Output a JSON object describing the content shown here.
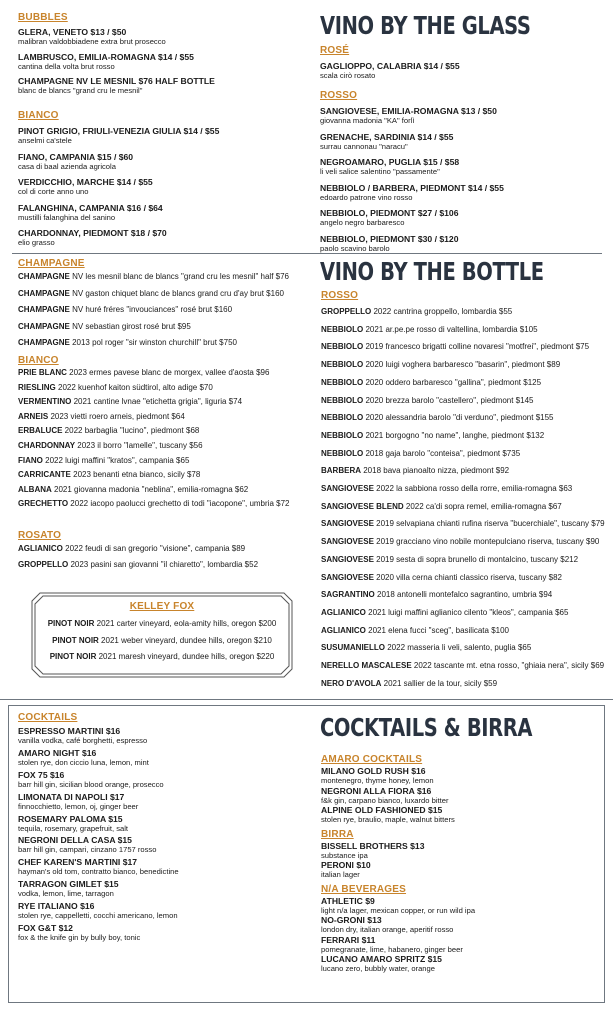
{
  "glass": {
    "title": "VINO BY THE GLASS",
    "bubbles": {
      "heading": "BUBBLES",
      "items": [
        {
          "name": "GLERA, VENETO  $13 / $50",
          "desc": "malibran valdobbiadene extra brut prosecco"
        },
        {
          "name": "LAMBRUSCO, EMILIA-ROMAGNA  $14 / $55",
          "desc": "cantina della volta brut rosso"
        },
        {
          "name": "CHAMPAGNE NV LE MESNIL  $76 half bottle",
          "desc": "blanc de blancs \"grand cru le mesnil\""
        }
      ]
    },
    "bianco": {
      "heading": "BIANCO",
      "items": [
        {
          "name": "PINOT GRIGIO, FRIULI-VENEZIA GIULIA  $14 / $55",
          "desc": "anselmi ca'stele"
        },
        {
          "name": "FIANO, CAMPANIA  $15 / $60",
          "desc": "casa di baal azienda agricola"
        },
        {
          "name": "VERDICCHIO, MARCHE  $14 / $55",
          "desc": "col di corte anno uno"
        },
        {
          "name": "FALANGHINA, CAMPANIA  $16 / $64",
          "desc": "mustilli falanghina del sanino"
        },
        {
          "name": "CHARDONNAY, PIEDMONT  $18 / $70",
          "desc": "elio grasso"
        }
      ]
    },
    "rose": {
      "heading": "ROSÉ",
      "items": [
        {
          "name": "GAGLIOPPO, CALABRIA  $14 / $55",
          "desc": "scala cirò rosato"
        }
      ]
    },
    "rosso": {
      "heading": "ROSSO",
      "items": [
        {
          "name": "SANGIOVESE, EMILIA-ROMAGNA  $13 / $50",
          "desc": "giovanna madonia \"KA\" forlì"
        },
        {
          "name": "GRENACHE, SARDINIA  $14 / $55",
          "desc": "surrau cannonau \"naracu\""
        },
        {
          "name": "NEGROAMARO, PUGLIA  $15 / $58",
          "desc": "li veli salice salentino \"passamente\""
        },
        {
          "name": "NEBBIOLO / BARBERA, PIEDMONT  $14 / $55",
          "desc": "edoardo patrone vino rosso"
        },
        {
          "name": "NEBBIOLO, PIEDMONT  $27 / $106",
          "desc": "angelo negro barbaresco"
        },
        {
          "name": "NEBBIOLO, PIEDMONT  $30 / $120",
          "desc": "paolo scavino barolo"
        }
      ]
    }
  },
  "bottle": {
    "title": "VINO BY THE BOTTLE",
    "champagne": {
      "heading": "CHAMPAGNE",
      "items": [
        {
          "name": "CHAMPAGNE",
          "text": " NV les mesnil blanc de blancs \"grand cru les mesnil\" half $76"
        },
        {
          "name": "CHAMPAGNE",
          "text": " NV gaston chiquet blanc de blancs grand cru d'ay brut $160"
        },
        {
          "name": "CHAMPAGNE",
          "text": " NV huré fréres \"invouciances\" rosé brut $160"
        },
        {
          "name": "CHAMPAGNE",
          "text": " NV sebastian girost rosé brut $95"
        },
        {
          "name": "CHAMPAGNE",
          "text": " 2013 pol roger \"sir winston churchill\" brut $750"
        }
      ]
    },
    "bianco": {
      "heading": "BIANCO",
      "items": [
        {
          "name": "PRIE BLANC",
          "text": " 2023 ermes pavese blanc de morgex, vallee d'aosta $96"
        },
        {
          "name": "RIESLING",
          "text": " 2022 kuenhof kaiton südtirol, alto adige $70"
        },
        {
          "name": "VERMENTINO",
          "text": " 2021 cantine lvnae \"etichetta grigia\", liguria $74"
        },
        {
          "name": "ARNEIS",
          "text": " 2023 vietti roero arneis, piedmont $64"
        },
        {
          "name": "ERBALUCE",
          "text": " 2022 barbaglia \"lucino\", piedmont $68"
        },
        {
          "name": "CHARDONNAY",
          "text": " 2023 il borro \"lamelle\", tuscany $56"
        },
        {
          "name": "FIANO",
          "text": " 2022 luigi maffini \"kratos\", campania $65"
        },
        {
          "name": "CARRICANTE",
          "text": " 2023 benanti etna bianco, sicily $78"
        },
        {
          "name": "ALBANA",
          "text": " 2021 giovanna madonia \"neblina\", emilia-romagna $62"
        },
        {
          "name": "GRECHETTO",
          "text": " 2022 iacopo paolucci grechetto di todi \"iacopone\", umbria $72"
        }
      ]
    },
    "rosato": {
      "heading": "ROSATO",
      "items": [
        {
          "name": "AGLIANICO",
          "text": " 2022 feudi di san gregorio \"visione\", campania $89"
        },
        {
          "name": "GROPPELLO",
          "text": " 2023 pasini san giovanni \"il chiaretto\", lombardia $52"
        }
      ]
    },
    "kelley_fox": {
      "heading": "KELLEY FOX",
      "items": [
        {
          "name": "PINOT NOIR",
          "text": " 2021 carter vineyard, eola-amity hills, oregon $200"
        },
        {
          "name": "PINOT NOIR",
          "text": " 2021 weber vineyard, dundee hills, oregon $210"
        },
        {
          "name": "PINOT NOIR",
          "text": " 2021 maresh vineyard, dundee hills, oregon $220"
        }
      ]
    },
    "rosso": {
      "heading": "ROSSO",
      "items": [
        {
          "name": "GROPPELLO",
          "text": "  2022 cantrina groppello, lombardia $55"
        },
        {
          "name": "NEBBIOLO",
          "text": " 2021 ar.pe.pe rosso di valtellina, lombardia $105"
        },
        {
          "name": "NEBBIOLO",
          "text": "  2019 francesco brigatti colline novaresi \"motfrei\", piedmont $75"
        },
        {
          "name": "NEBBIOLO",
          "text": " 2020 luigi voghera barbaresco \"basarin\", piedmont $89"
        },
        {
          "name": "NEBBIOLO",
          "text": " 2020 oddero barbaresco \"gallina\", piedmont $125"
        },
        {
          "name": "NEBBIOLO",
          "text": " 2020 brezza barolo \"castellero\", piedmont $145"
        },
        {
          "name": "NEBBIOLO",
          "text": " 2020 alessandria barolo \"di verduno\", piedmont $155"
        },
        {
          "name": "NEBBIOLO",
          "text": " 2021 borgogno \"no name\", langhe, piedmont $132"
        },
        {
          "name": "NEBBIOLO",
          "text": " 2018 gaja barolo \"conteisa\", piedmont $735"
        },
        {
          "name": "BARBERA",
          "text": " 2018 bava pianoalto nizza, piedmont $92"
        },
        {
          "name": "SANGIOVESE",
          "text": " 2022 la sabbiona rosso della rorre, emilia-romagna $63"
        },
        {
          "name": "SANGIOVESE BLEND",
          "text": " 2022 ca'di sopra remel, emilia-romagna $67"
        },
        {
          "name": "SANGIOVESE",
          "text": " 2019 selvapiana chianti rufina riserva \"bucerchiale\", tuscany $79"
        },
        {
          "name": "SANGIOVESE",
          "text": " 2019 gracciano vino nobile montepulciano riserva, tuscany $90"
        },
        {
          "name": "SANGIOVESE",
          "text": " 2019 sesta di sopra brunello di montalcino, tuscany $212"
        },
        {
          "name": "SANGIOVESE",
          "text": " 2020 villa cerna chianti classico riserva, tuscany $82"
        },
        {
          "name": "SAGRANTINO",
          "text": " 2018 antonelli montefalco sagrantino, umbria $94"
        },
        {
          "name": "AGLIANICO",
          "text": " 2021 luigi maffini aglianico cilento \"kleos\", campania $65"
        },
        {
          "name": "AGLIANICO",
          "text": " 2021 elena fucci \"sceg\", basilicata $100"
        },
        {
          "name": "SUSUMANIELLO",
          "text": " 2022 masseria li veli, salento, puglia $65"
        },
        {
          "name": "NERELLO MASCALESE",
          "text": " 2022 tascante mt. etna rosso, \"ghiaia nera\", sicily $69"
        },
        {
          "name": "NERO D'AVOLA",
          "text": " 2021 sallier de la tour, sicily $59"
        }
      ]
    }
  },
  "cocktails": {
    "heading": "COCKTAILS",
    "items": [
      {
        "name": "ESPRESSO MARTINI  $16",
        "desc": "vanilla vodka, café borghetti, espresso"
      },
      {
        "name": "AMARO NIGHT  $16",
        "desc": "stolen rye, don ciccio luna, lemon, mint"
      },
      {
        "name": "FOX 75  $16",
        "desc": "barr hill gin, sicilian blood orange, prosecco"
      },
      {
        "name": "LIMONATA DI NAPOLI  $17",
        "desc": "finnocchietto, lemon, oj, ginger beer"
      },
      {
        "name": "ROSEMARY PALOMA  $15",
        "desc": "tequila, rosemary, grapefruit, salt"
      },
      {
        "name": "NEGRONI DELLA CASA  $15",
        "desc": "barr hill gin, campari, cinzano 1757 rosso"
      },
      {
        "name": "CHEF KAREN'S MARTINI  $17",
        "desc": "hayman's old tom, contratto bianco, benedictine"
      },
      {
        "name": "TARRAGON GIMLET  $15",
        "desc": "vodka, lemon, lime, tarragon"
      },
      {
        "name": "RYE ITALIANO  $16",
        "desc": "stolen rye, cappelletti, cocchi americano, lemon"
      },
      {
        "name": "FOX G&T  $12",
        "desc": "fox & the knife gin by bully boy, tonic"
      }
    ]
  },
  "cocktails_birra": {
    "title": "COCKTAILS & BIRRA",
    "amaro": {
      "heading": "AMARO COCKTAILS",
      "items": [
        {
          "name": "MILANO GOLD RUSH  $16",
          "desc": "montenegro, thyme honey, lemon"
        },
        {
          "name": "NEGRONI ALLA FIORA  $16",
          "desc": "f&k gin, carpano bianco, luxardo bitter"
        },
        {
          "name": "ALPINE OLD FASHIONED  $15",
          "desc": "stolen rye, braulio, maple, walnut bitters"
        }
      ]
    },
    "birra": {
      "heading": "BIRRA",
      "items": [
        {
          "name": "BISSELL BROTHERS  $13",
          "desc": "substance ipa"
        },
        {
          "name": "PERONI  $10",
          "desc": "italian lager"
        }
      ]
    },
    "na": {
      "heading": "N/A BEVERAGES",
      "items": [
        {
          "name": "ATHLETIC  $9",
          "desc": "light n/a lager, mexican copper, or run wild ipa"
        },
        {
          "name": "NO-GRONI  $13",
          "desc": "london dry, italian orange, aperitif rosso"
        },
        {
          "name": "FERRARI  $11",
          "desc": "pomegranate, lime, habanero, ginger beer"
        },
        {
          "name": "LUCANO AMARO SPRITZ  $15",
          "desc": "lucano zero, bubbly water, orange"
        }
      ]
    }
  }
}
